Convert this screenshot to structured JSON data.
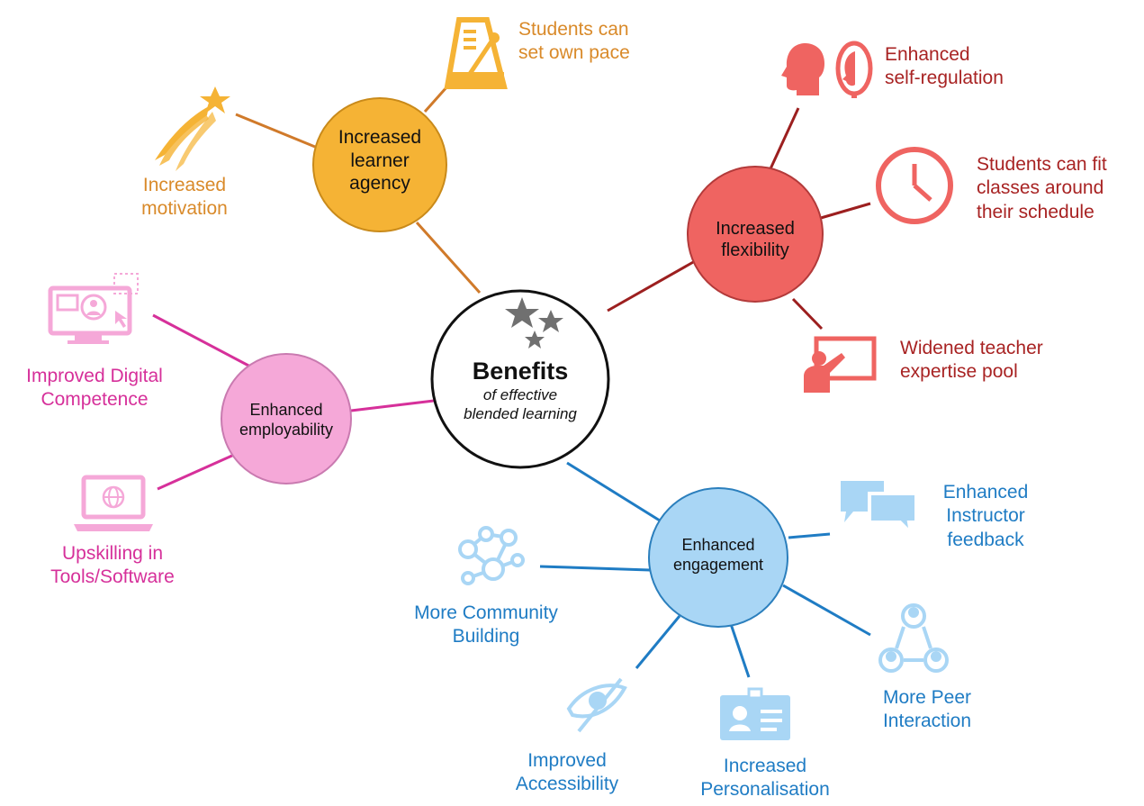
{
  "center": {
    "title": "Benefits",
    "subtitle_line1": "of effective",
    "subtitle_line2": "blended learning"
  },
  "hubs": {
    "agency": {
      "line1": "Increased",
      "line2": "learner",
      "line3": "agency",
      "color": "#f5b335"
    },
    "flexibility": {
      "line1": "Increased",
      "line2": "flexibility",
      "color": "#ef6461"
    },
    "employability": {
      "line1": "Enhanced",
      "line2": "employability",
      "color": "#f5a8d8"
    },
    "engagement": {
      "line1": "Enhanced",
      "line2": "engagement",
      "color": "#a9d6f5"
    }
  },
  "leaves": {
    "own_pace": [
      "Students can",
      "set own pace"
    ],
    "motivation": [
      "Increased",
      "motivation"
    ],
    "self_regulation": [
      "Enhanced",
      "self-regulation"
    ],
    "fit_schedule": [
      "Students can fit",
      "classes around",
      "their schedule"
    ],
    "teacher_pool": [
      "Widened teacher",
      "expertise pool"
    ],
    "digital_competence": [
      "Improved Digital",
      "Competence"
    ],
    "upskilling": [
      "Upskilling in",
      "Tools/Software"
    ],
    "instructor_feedback": [
      "Enhanced",
      "Instructor",
      "feedback"
    ],
    "community": [
      "More Community",
      "Building"
    ],
    "peer_interaction": [
      "More Peer",
      "Interaction"
    ],
    "accessibility": [
      "Improved",
      "Accessibility"
    ],
    "personalisation": [
      "Increased",
      "Personalisation"
    ]
  },
  "icons": {
    "own_pace": "metronome-icon",
    "motivation": "shooting-star-icon",
    "self_regulation": "head-mirror-icon",
    "fit_schedule": "clock-icon",
    "teacher_pool": "teacher-board-icon",
    "digital_competence": "computer-user-icon",
    "upskilling": "laptop-globe-icon",
    "instructor_feedback": "chat-bubbles-icon",
    "community": "network-people-icon",
    "peer_interaction": "peer-people-icon",
    "accessibility": "eye-slash-icon",
    "personalisation": "id-card-icon",
    "center": "stars-icon"
  },
  "colors": {
    "orange_text": "#d98a2a",
    "orange_line": "#d07a2a",
    "red_text": "#a82323",
    "red_line": "#9c1f1f",
    "pink_text": "#d6309a",
    "pink_line": "#d6309a",
    "blue_text": "#1f7cc4",
    "blue_line": "#1f7cc4"
  }
}
